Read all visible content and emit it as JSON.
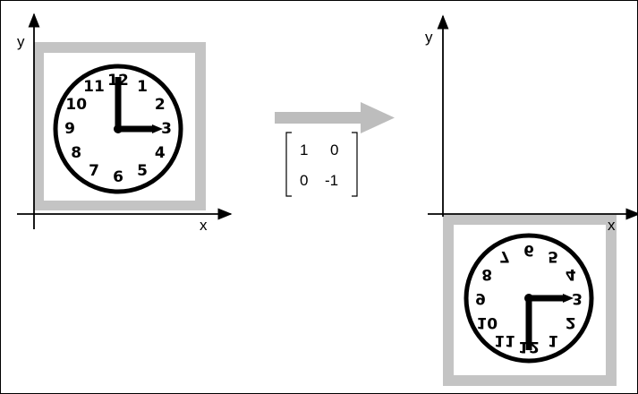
{
  "left_panel": {
    "x_axis_label": "x",
    "y_axis_label": "y",
    "clock_numbers": [
      "12",
      "1",
      "2",
      "3",
      "4",
      "5",
      "6",
      "7",
      "8",
      "9",
      "10",
      "11"
    ],
    "hands_time": "3:00"
  },
  "transform": {
    "matrix": [
      [
        "1",
        "0"
      ],
      [
        "0",
        "-1"
      ]
    ],
    "arrow_color": "#bdbdbd"
  },
  "right_panel": {
    "x_axis_label": "x",
    "y_axis_label": "y",
    "reflection": "reflected across x-axis"
  },
  "colors": {
    "frame": "#c4c4c4",
    "ink": "#000000",
    "background": "#ffffff"
  }
}
